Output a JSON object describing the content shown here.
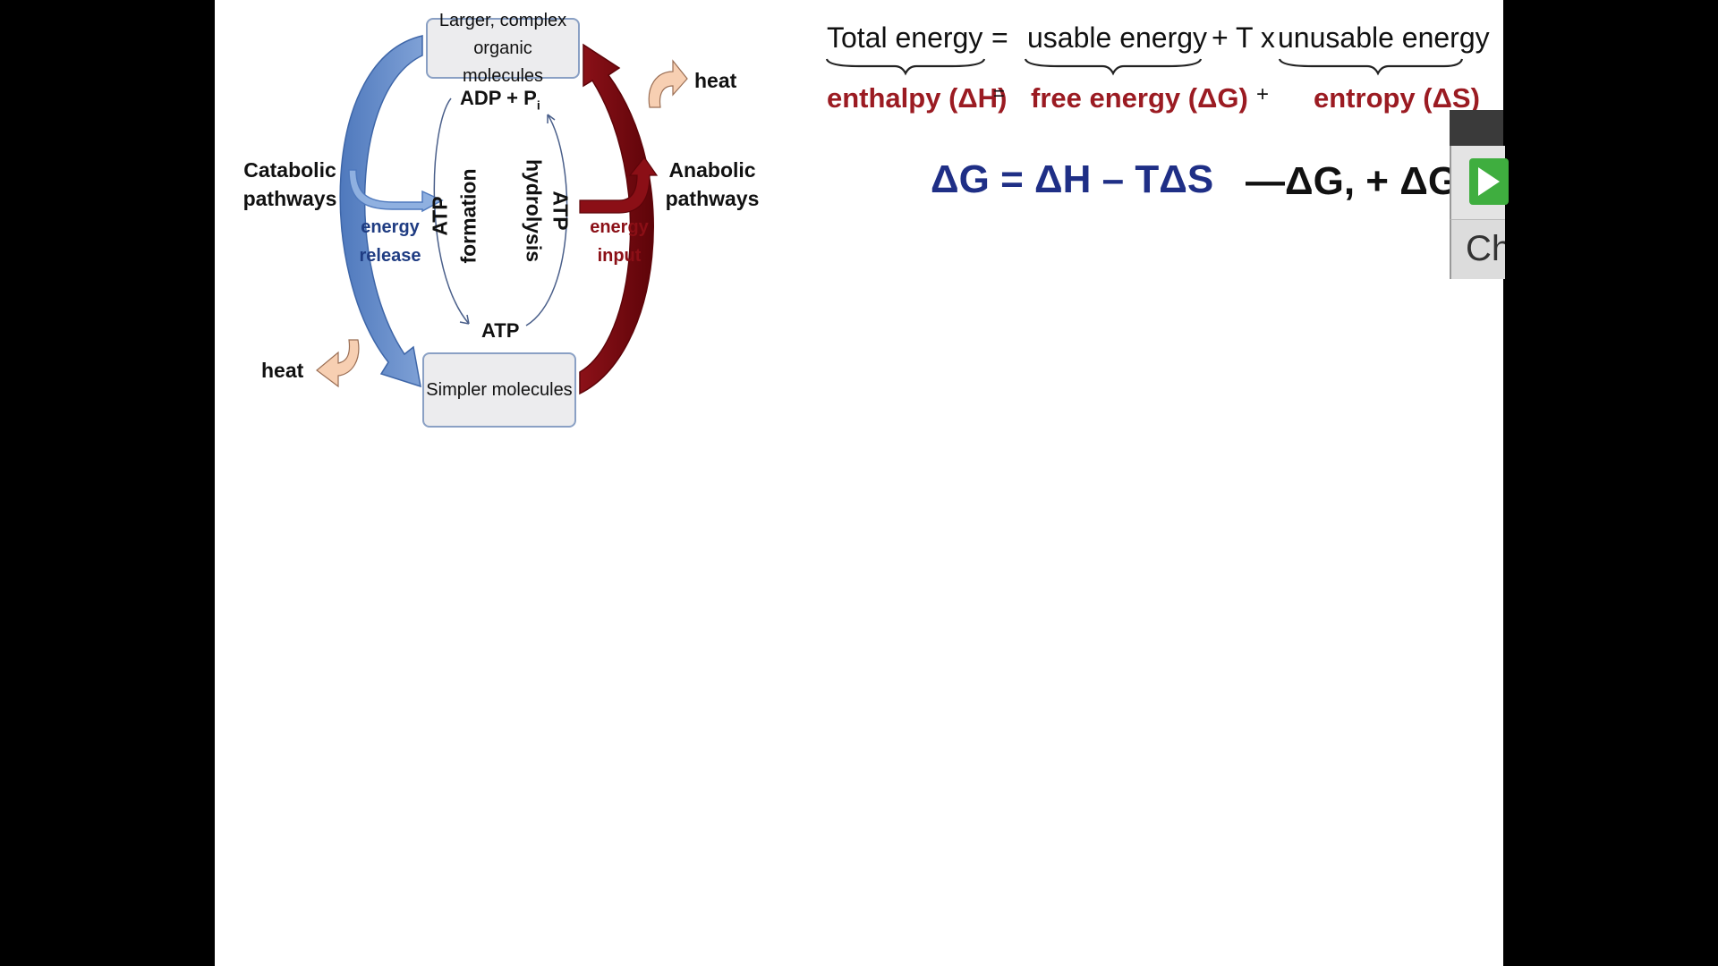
{
  "diagram": {
    "box_top": "Larger, complex organic molecules",
    "box_bottom": "Simpler molecules",
    "adp": "ADP + P",
    "adp_sub": "i",
    "atp": "ATP",
    "atp_formation_1": "ATP",
    "atp_formation_2": "formation",
    "atp_hydrolysis_1": "ATP",
    "atp_hydrolysis_2": "hydrolysis",
    "catabolic": "Catabolic pathways",
    "anabolic": "Anabolic pathways",
    "energy_release": "energy release",
    "energy_input": "energy input",
    "heat_top": "heat",
    "heat_bottom": "heat"
  },
  "equations": {
    "total_energy": "Total energy",
    "eq1": "=",
    "usable_energy": "usable energy",
    "plus_t_x": "+ T x",
    "unusable_energy": "unusable energy",
    "enthalpy": "enthalpy (ΔH)",
    "eq2": "=",
    "free_energy": "free energy (ΔG)",
    "plus2": "+",
    "entropy": "entropy (ΔS)",
    "gibbs": "ΔG = ΔH – TΔS",
    "delta_signs": "—ΔG, + ΔG"
  },
  "panel": {
    "label_fragment": "Ch",
    "play_icon": "play-icon"
  },
  "colors": {
    "catabolic_blue": "#5b84c4",
    "anabolic_red": "#7b0c12",
    "heat_peach": "#f7cfb2",
    "text_red": "#9b1b22",
    "text_navy": "#1f2f86"
  }
}
